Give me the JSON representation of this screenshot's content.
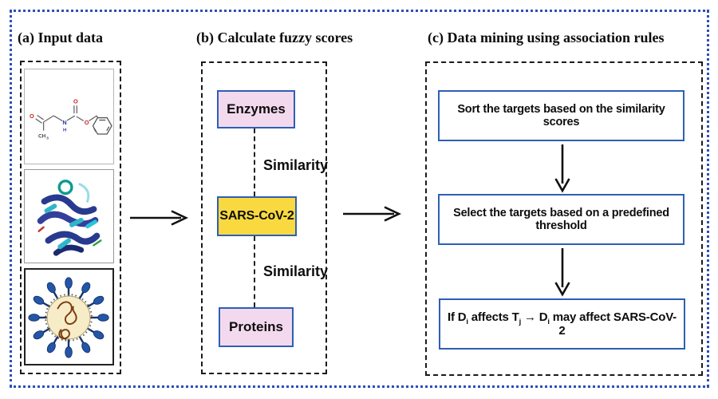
{
  "colors": {
    "outer_border": "#2d4fb5",
    "dashed_border": "#1a1a1a",
    "node_border": "#2e5fb5",
    "pink_fill": "#f3d9ee",
    "yellow_fill": "#f9d93f",
    "arrow": "#111111",
    "oxygen_red": "#cc2222",
    "nitrogen_blue": "#2233aa",
    "virus_spike_blue": "#2456a8",
    "virus_body_cream": "#f7ecc8",
    "rna_brown": "#7a3b10"
  },
  "sections": {
    "a": {
      "title": "(a) Input data",
      "images": {
        "chemical": {
          "name": "chemical-structure",
          "atoms": {
            "o_ketone": "O",
            "o_carbonyl": "O",
            "o_ester": "O",
            "n": "N",
            "h": "H",
            "ch": "CH",
            "ch_sub": "3"
          }
        },
        "protein": {
          "name": "protein-3d-ribbon-structure"
        },
        "virus": {
          "name": "sars-cov-2-virion-illustration"
        }
      }
    },
    "b": {
      "title": "(b) Calculate fuzzy scores",
      "nodes": {
        "enzymes": "Enzymes",
        "sars": "SARS-CoV-2",
        "proteins": "Proteins"
      },
      "edges": {
        "sim1": "Similarity",
        "sim2": "Similarity"
      }
    },
    "c": {
      "title": "(c) Data mining using association rules",
      "steps": {
        "step1": "Sort the targets based on the similarity scores",
        "step2": "Select the targets based on a predefined threshold"
      },
      "rule_parts": {
        "p1": "If D",
        "s1": "i",
        "p2": " affects T",
        "s2": "j",
        "p3": " → D",
        "s3": "i",
        "p4": " may affect SARS-CoV-2"
      }
    }
  }
}
